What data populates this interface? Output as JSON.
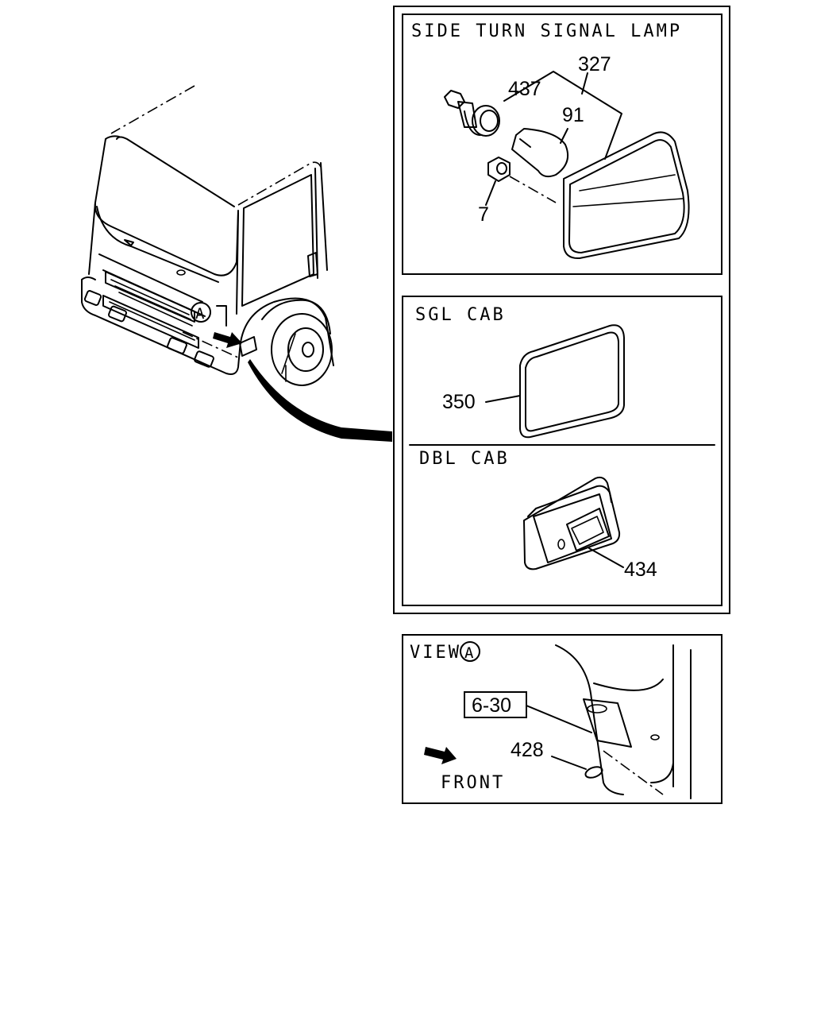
{
  "panels": {
    "side_turn_signal_lamp": {
      "title": "SIDE TURN SIGNAL LAMP",
      "callouts": [
        "327",
        "437",
        "91",
        "7"
      ]
    },
    "sgl_cab": {
      "title": "SGL CAB",
      "callouts": [
        "350"
      ]
    },
    "dbl_cab": {
      "title": "DBL CAB",
      "callouts": [
        "434"
      ]
    },
    "view_a": {
      "title": "VIEW",
      "circle_letter": "A",
      "reference_box": "6-30",
      "callouts": [
        "428"
      ],
      "direction_label": "FRONT"
    }
  },
  "truck": {
    "view_marker_letter": "A"
  },
  "colors": {
    "line": "#000000",
    "background": "#ffffff",
    "leader_band": "#000000"
  },
  "icons": [
    "circle-a-marker",
    "front-arrow-icon",
    "view-arrow-icon"
  ]
}
